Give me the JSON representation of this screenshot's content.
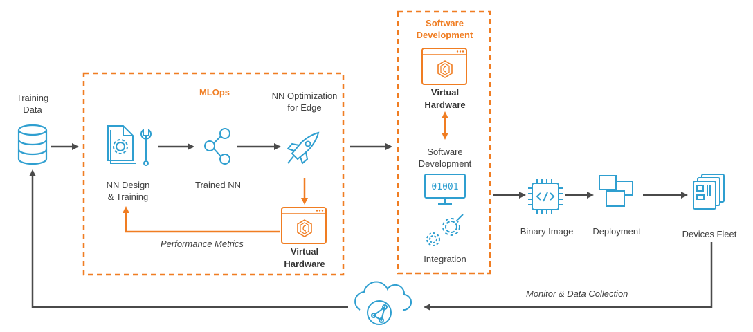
{
  "training": {
    "line1": "Training",
    "line2": "Data"
  },
  "mlops": {
    "title": "MLOps",
    "nn_design": {
      "line1": "NN Design",
      "line2": "& Training"
    },
    "trained_nn": "Trained NN",
    "nn_opt": {
      "line1": "NN Optimization",
      "line2": "for Edge"
    },
    "virtual_hw": {
      "line1": "Virtual",
      "line2": "Hardware"
    },
    "performance_metrics": "Performance Metrics"
  },
  "swdev": {
    "title": {
      "line1": "Software",
      "line2": "Development"
    },
    "virtual_hw": {
      "line1": "Virtual",
      "line2": "Hardware"
    },
    "software_dev": {
      "line1": "Software",
      "line2": "Development"
    },
    "binary_display": "01001",
    "integration": "Integration"
  },
  "binary_image": "Binary Image",
  "deployment": "Deployment",
  "devices_fleet": "Devices Fleet",
  "monitor": "Monitor & Data Collection",
  "colors": {
    "blue": "#2f9fd0",
    "orange": "#f07d22",
    "arrow": "#4a4a4a"
  }
}
